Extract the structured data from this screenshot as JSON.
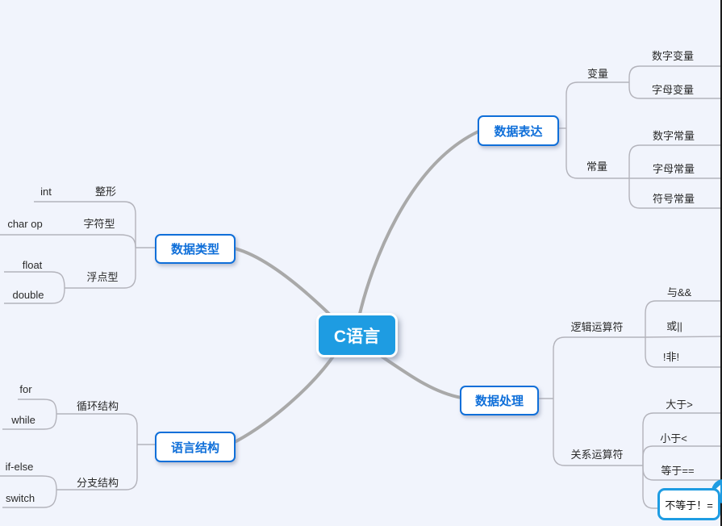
{
  "app": {
    "description": "mind map canvas"
  },
  "colors": {
    "background": "#f1f4fc",
    "center_fill": "#1e9ce2",
    "topic_blue": "#0f6fd9",
    "connector_thick": "#a9a9a9",
    "connector_thin": "#b3b3bb",
    "selection": "#1e9ce2",
    "canvas_edge": "#1c1c1c"
  },
  "icons": {
    "collapse_handle": "collapse-handle"
  },
  "root": {
    "label": "C语言"
  },
  "branches": {
    "expression": {
      "label": "数据表达",
      "children": {
        "variable": {
          "label": "变量",
          "children": {
            "numeric": {
              "label": "数字变量"
            },
            "alpha": {
              "label": "字母变量"
            }
          }
        },
        "constant": {
          "label": "常量",
          "children": {
            "numeric": {
              "label": "数字常量"
            },
            "alpha": {
              "label": "字母常量"
            },
            "symbol": {
              "label": "符号常量"
            }
          }
        }
      }
    },
    "datatype": {
      "label": "数据类型",
      "children": {
        "integer": {
          "label": "整形",
          "code": "int"
        },
        "character": {
          "label": "字符型",
          "code": "char op"
        },
        "floating": {
          "label": "浮点型",
          "children": {
            "float": {
              "label": "float"
            },
            "double": {
              "label": "double"
            }
          }
        }
      }
    },
    "structure": {
      "label": "语言结构",
      "children": {
        "loop": {
          "label": "循环结构",
          "children": {
            "for": {
              "label": "for"
            },
            "while": {
              "label": "while"
            }
          }
        },
        "branch": {
          "label": "分支结构",
          "children": {
            "ifelse": {
              "label": "if-else"
            },
            "switch": {
              "label": "switch"
            }
          }
        }
      }
    },
    "processing": {
      "label": "数据处理",
      "children": {
        "logical": {
          "label": "逻辑运算符",
          "children": {
            "and": {
              "label": "与&&"
            },
            "or": {
              "label": "或||"
            },
            "not": {
              "label": "!非!"
            }
          }
        },
        "relational": {
          "label": "关系运算符",
          "children": {
            "gt": {
              "label": "大于>"
            },
            "lt": {
              "label": "小于<"
            },
            "eq": {
              "label": "等于=="
            },
            "neq": {
              "label": "不等于！=",
              "selected": true
            }
          }
        }
      }
    }
  }
}
